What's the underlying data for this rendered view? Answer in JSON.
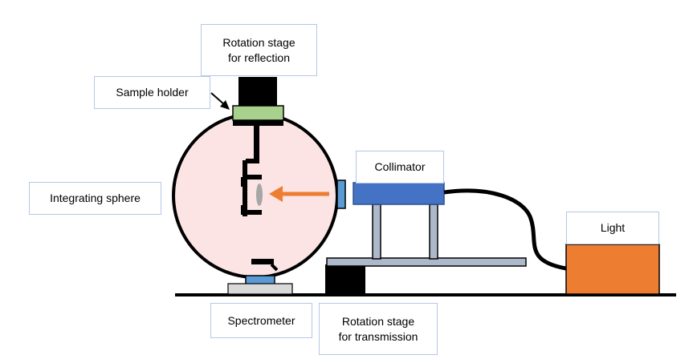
{
  "labels": {
    "rotation_reflection": "Rotation stage\nfor reflection",
    "sample_holder": "Sample holder",
    "integrating_sphere": "Integrating sphere",
    "collimator": "Collimator",
    "light": "Light",
    "spectrometer": "Spectrometer",
    "rotation_transmission": "Rotation stage\nfor transmission"
  },
  "colors": {
    "sphere_fill": "#fce4e4",
    "sample_holder": "#a9d18e",
    "collimator": "#4472c4",
    "light_source": "#ed7d31",
    "arrow": "#ed7d31",
    "rod": "#adb9ca",
    "spectrometer_port": "#5b9bd5",
    "base": "#d9d9d9",
    "label_border": "#b4c7e7"
  }
}
